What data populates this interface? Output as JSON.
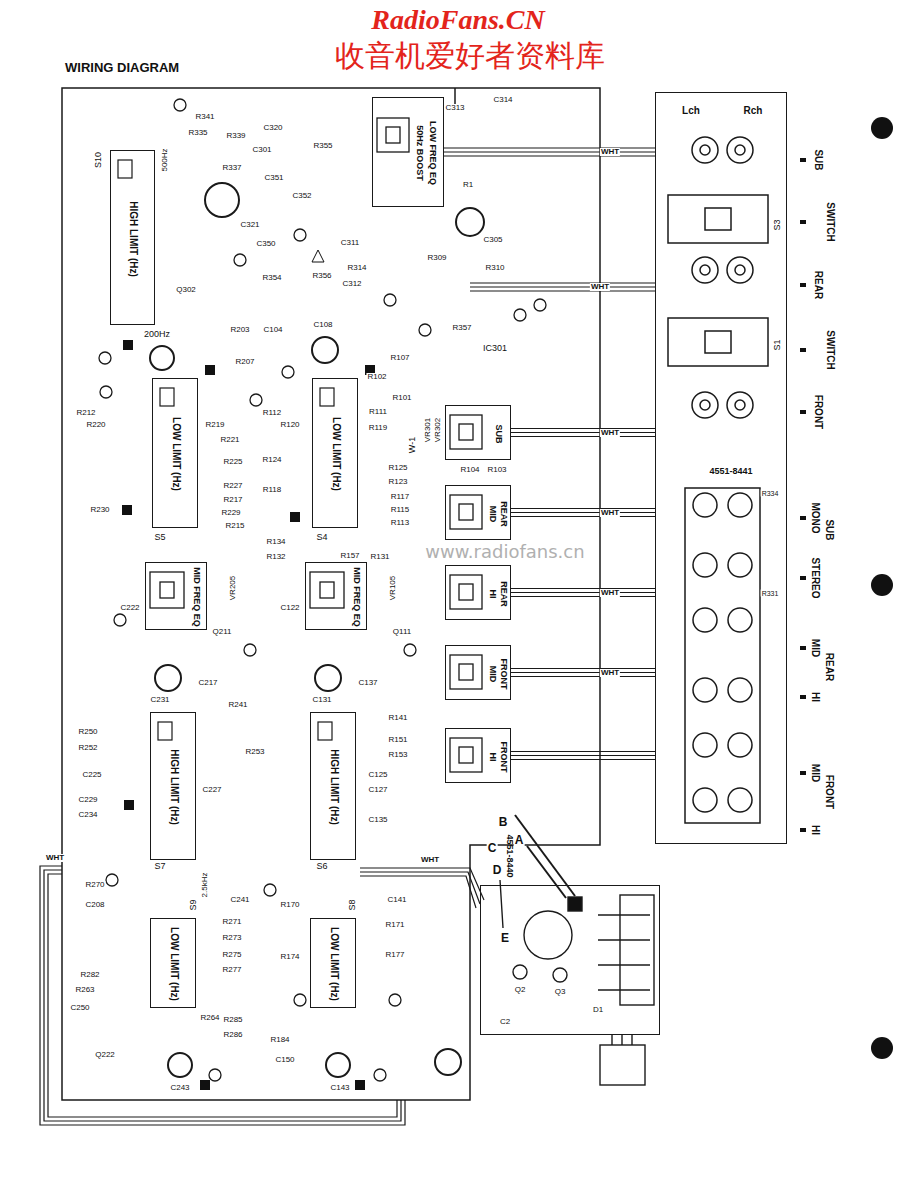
{
  "diagram": {
    "title": "WIRING DIAGRAM",
    "nodes": [
      {
        "text": [
          "HIGH LIMIT (Hz)"
        ]
      },
      {
        "text": [
          "50Hz BOOST",
          "LOW FREQ EQ"
        ]
      },
      {
        "text": [
          "LOW LIMIT (Hz)"
        ]
      },
      {
        "text": [
          "LOW LIMIT (Hz)"
        ]
      },
      {
        "text": [
          "MID FREQ EQ"
        ]
      },
      {
        "text": [
          "MID FREQ EQ"
        ]
      },
      {
        "text": [
          "HIGH LIMIT (Hz)"
        ]
      },
      {
        "text": [
          "HIGH LIMIT (Hz)"
        ]
      },
      {
        "text": [
          "LOW LIMIT (Hz)"
        ]
      },
      {
        "text": [
          "LOW LIMIT (Hz)"
        ]
      },
      {
        "text": [
          "SUB"
        ]
      },
      {
        "text": [
          "REAR",
          "MID"
        ]
      },
      {
        "text": [
          "REAR",
          "HI"
        ]
      },
      {
        "text": [
          "FRONT",
          "MID"
        ]
      },
      {
        "text": [
          "FRONT",
          "HI"
        ]
      },
      {
        "text": [
          "Lch",
          "Rch",
          "4551-8441"
        ]
      },
      {
        "text": [
          "4551-8440"
        ]
      }
    ],
    "edges": [
      {
        "from": 1,
        "to": 15,
        "arrow": "none",
        "label": "WHT"
      },
      {
        "from": 10,
        "to": 15,
        "arrow": "none",
        "label": "WHT"
      },
      {
        "from": 11,
        "to": 15,
        "arrow": "none",
        "label": "WHT"
      },
      {
        "from": 12,
        "to": 15,
        "arrow": "none",
        "label": "WHT"
      },
      {
        "from": 13,
        "to": 15,
        "arrow": "none",
        "label": "WHT"
      },
      {
        "from": 14,
        "to": 15,
        "arrow": "none"
      }
    ],
    "labels": [
      "RadioFans.CN",
      "收音机爱好者资料库",
      "www.radiofans.cn",
      "WHT",
      "WHT",
      "WHT",
      "S10",
      "500Hz",
      "200Hz",
      "S5",
      "S4",
      "S7",
      "S6",
      "2.5kHz",
      "S9",
      "S8",
      "S3",
      "S1",
      "W-1",
      "IC301",
      "SUB",
      "SWITCH",
      "REAR",
      "SWITCH",
      "FRONT",
      "MONO",
      "SUB",
      "STEREO",
      "MID",
      "REAR",
      "HI",
      "MID",
      "FRONT",
      "HI",
      "A",
      "B",
      "C",
      "D",
      "E",
      "R341",
      "R335",
      "R339",
      "C320",
      "C301",
      "R355",
      "R337",
      "C351",
      "C352",
      "C321",
      "C350",
      "R354",
      "R356",
      "Q302",
      "C311",
      "R314",
      "C312",
      "R309",
      "C305",
      "R310",
      "R357",
      "C313",
      "C314",
      "R1",
      "C104",
      "C108",
      "R203",
      "R207",
      "R107",
      "R102",
      "R101",
      "R112",
      "R212",
      "R111",
      "R119",
      "R120",
      "R219",
      "R220",
      "R221",
      "R225",
      "R124",
      "R125",
      "R123",
      "R227",
      "R118",
      "R217",
      "R117",
      "R115",
      "R229",
      "R230",
      "R113",
      "R215",
      "R134",
      "R132",
      "R157",
      "R131",
      "VR205",
      "VR105",
      "C222",
      "C122",
      "Q211",
      "Q111",
      "C217",
      "C137",
      "C231",
      "C131",
      "R241",
      "R141",
      "R250",
      "R252",
      "R151",
      "R253",
      "R153",
      "C225",
      "C125",
      "C227",
      "C127",
      "C229",
      "C234",
      "C135",
      "R270",
      "C208",
      "C241",
      "C141",
      "R170",
      "R271",
      "R171",
      "R273",
      "R275",
      "R174",
      "R177",
      "R277",
      "R282",
      "R263",
      "C250",
      "R264",
      "R285",
      "R286",
      "Q222",
      "C243",
      "C150",
      "C143",
      "R184",
      "Q2",
      "Q3",
      "D1",
      "C2",
      "R334",
      "R331",
      "VR301",
      "VR302",
      "R104",
      "R103"
    ]
  }
}
